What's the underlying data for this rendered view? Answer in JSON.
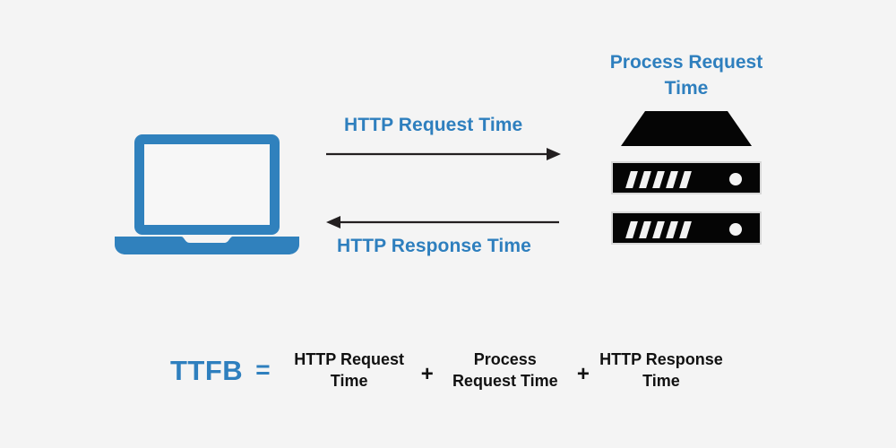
{
  "diagram": {
    "title_implicit": "TTFB (Time To First Byte) diagram",
    "background_color": "#f4f4f4",
    "accent_color": "#2e7fbe",
    "laptop_color": "#3081bd",
    "server_color": "#050505",
    "arrow_color": "#231f20"
  },
  "labels": {
    "http_request_time": "HTTP Request Time",
    "http_response_time": "HTTP Response Time",
    "process_request_time": "Process Request Time"
  },
  "icons": {
    "client": "laptop-icon",
    "server": "server-icon",
    "arrow_right": "arrow-right-icon",
    "arrow_left": "arrow-left-icon"
  },
  "formula": {
    "result_label": "TTFB",
    "equals": "=",
    "operator": "+",
    "terms": [
      "HTTP Request Time",
      "Process Request Time",
      "HTTP Response Time"
    ]
  }
}
